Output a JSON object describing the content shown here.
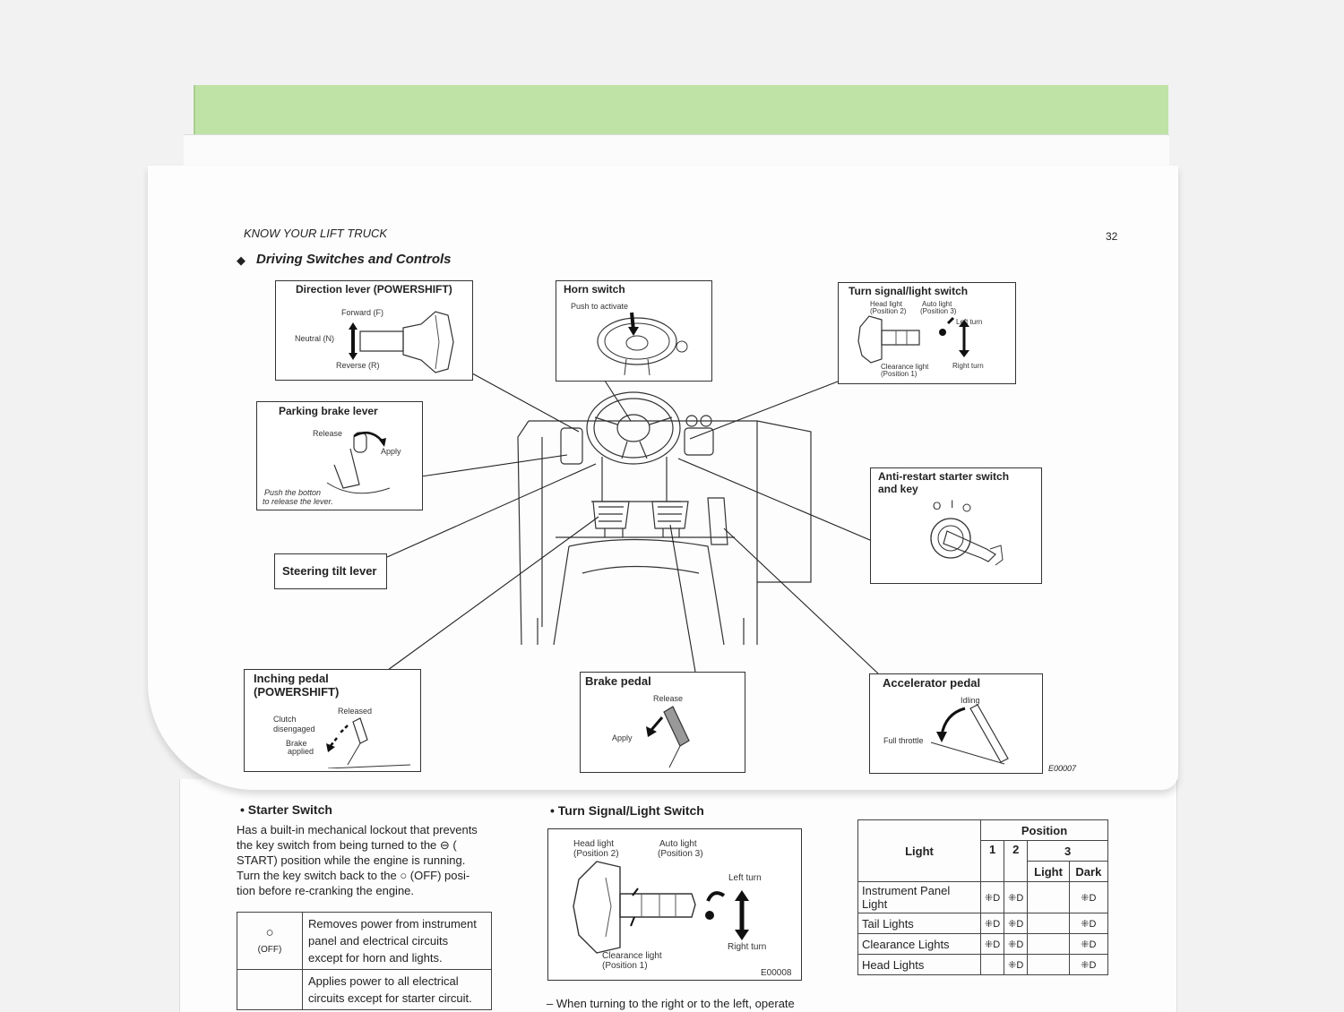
{
  "page_header": {
    "section": "KNOW YOUR LIFT TRUCK",
    "page_number": "32"
  },
  "heading": {
    "bullet": "◆",
    "title": "Driving Switches and Controls"
  },
  "callouts": {
    "direction_lever": {
      "title": "Direction lever (POWERSHIFT)",
      "forward": "Forward (F)",
      "neutral": "Neutral (N)",
      "reverse": "Reverse (R)"
    },
    "horn_switch": {
      "title": "Horn switch",
      "note": "Push to activate"
    },
    "turn_signal_top": {
      "title": "Turn signal/light switch",
      "head_light": "Head light",
      "head_light_pos": "(Position 2)",
      "auto_light": "Auto light",
      "auto_light_pos": "(Position 3)",
      "left_turn": "Left turn",
      "right_turn": "Right turn",
      "clearance": "Clearance light",
      "clearance_pos": "(Position 1)"
    },
    "parking_brake": {
      "title": "Parking brake lever",
      "release": "Release",
      "apply": "Apply",
      "note_line1": "Push the botton",
      "note_line2": "to release the lever."
    },
    "steering_tilt": {
      "title": "Steering tilt lever"
    },
    "anti_restart": {
      "title_line1": "Anti-restart starter switch",
      "title_line2": "and key"
    },
    "inching_pedal": {
      "title_line1": "Inching pedal",
      "title_line2": "(POWERSHIFT)",
      "released": "Released",
      "clutch1": "Clutch",
      "clutch2": "disengaged",
      "brake1": "Brake",
      "brake2": "applied"
    },
    "brake_pedal": {
      "title": "Brake pedal",
      "release": "Release",
      "apply": "Apply"
    },
    "accelerator_pedal": {
      "title": "Accelerator pedal",
      "idling": "Idling",
      "full_throttle": "Full throttle"
    }
  },
  "figure_code_top": "E00007",
  "starter_switch": {
    "heading": "• Starter Switch",
    "lines": [
      "Has a built-in mechanical lockout that prevents",
      "the key switch from being turned to the ⊖ (",
      "START) position while the engine is running.",
      "Turn the key switch back to the ○ (OFF) posi-",
      "tion before re-cranking the engine."
    ],
    "table": [
      {
        "symbol": "○",
        "label": "(OFF)",
        "desc": [
          "Removes power from instrument",
          "panel and electrical circuits",
          "except for horn and lights."
        ]
      },
      {
        "symbol": "",
        "label": "",
        "desc": [
          "Applies power to all electrical",
          "circuits except for starter circuit."
        ]
      }
    ]
  },
  "turn_signal_switch": {
    "heading": "• Turn Signal/Light Switch",
    "head_light": "Head light",
    "head_light_pos": "(Position 2)",
    "auto_light": "Auto light",
    "auto_light_pos": "(Position 3)",
    "left_turn": "Left turn",
    "right_turn": "Right turn",
    "clearance": "Clearance light",
    "clearance_pos": "(Position 1)",
    "figure_code": "E00008",
    "cut_text": "– When turning to the right or to the left, operate"
  },
  "light_table": {
    "light_header": "Light",
    "position_header": "Position",
    "pos1": "1",
    "pos2": "2",
    "pos3": "3",
    "sub_light": "Light",
    "sub_dark": "Dark",
    "lamp_symbol": "⁜D",
    "rows": [
      {
        "name": [
          "Instrument Panel",
          "Light"
        ],
        "p1": "⁜D",
        "p2": "⁜D",
        "light": "",
        "dark": "⁜D"
      },
      {
        "name": [
          "Tail Lights"
        ],
        "p1": "⁜D",
        "p2": "⁜D",
        "light": "",
        "dark": "⁜D"
      },
      {
        "name": [
          "Clearance Lights"
        ],
        "p1": "⁜D",
        "p2": "⁜D",
        "light": "",
        "dark": "⁜D"
      },
      {
        "name": [
          "Head Lights"
        ],
        "p1": "",
        "p2": "⁜D",
        "light": "",
        "dark": "⁜D"
      }
    ]
  }
}
